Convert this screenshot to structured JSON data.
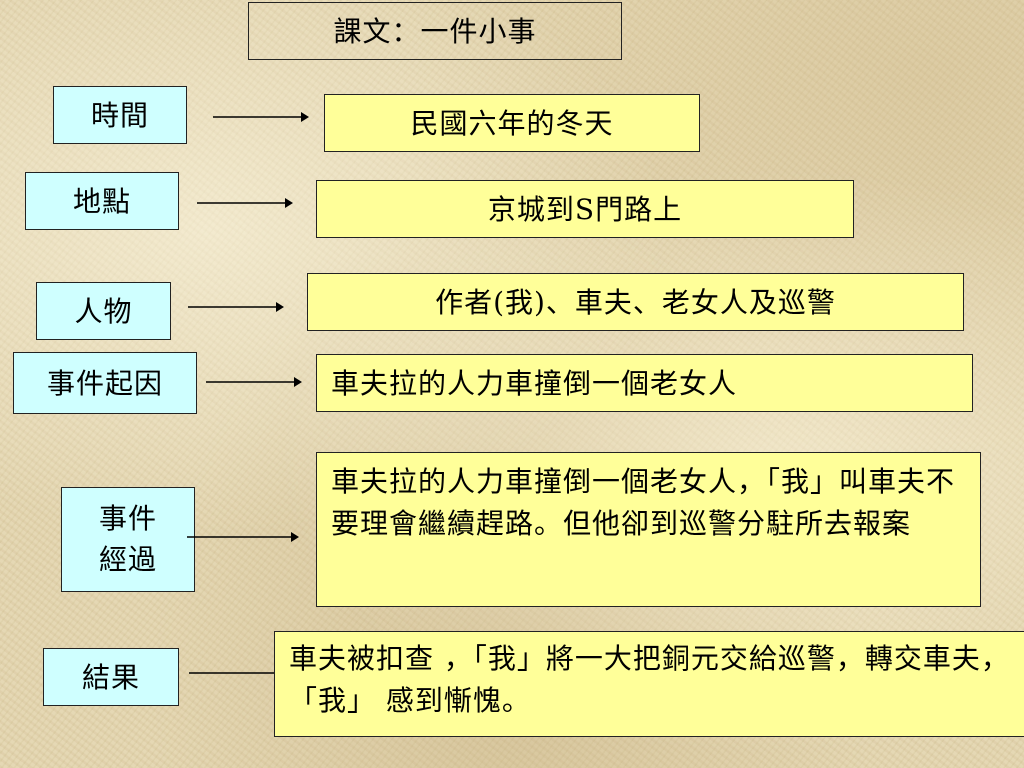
{
  "slide": {
    "title": "課文：一件小事",
    "rows": [
      {
        "label": "時間",
        "value": "民國六年的冬天"
      },
      {
        "label": "地點",
        "value": "京城到S門路上"
      },
      {
        "label": "人物",
        "value": "作者(我)、車夫、老女人及巡警"
      },
      {
        "label": "事件起因",
        "value": "車夫拉的人力車撞倒一個老女人"
      },
      {
        "label": "事件\n經過",
        "value": "車夫拉的人力車撞倒一個老女人，「我」叫車夫不要理會繼續趕路。但他卻到巡警分駐所去報案"
      },
      {
        "label": "結果",
        "value": "車夫被扣查 ，「我」將一大把銅元交給巡警，轉交車夫，「我」 感到慚愧。"
      }
    ]
  },
  "colors": {
    "label_bg": "#cfffff",
    "value_bg": "#ffff99",
    "border": "#222222",
    "background": "#e3d5ae"
  }
}
